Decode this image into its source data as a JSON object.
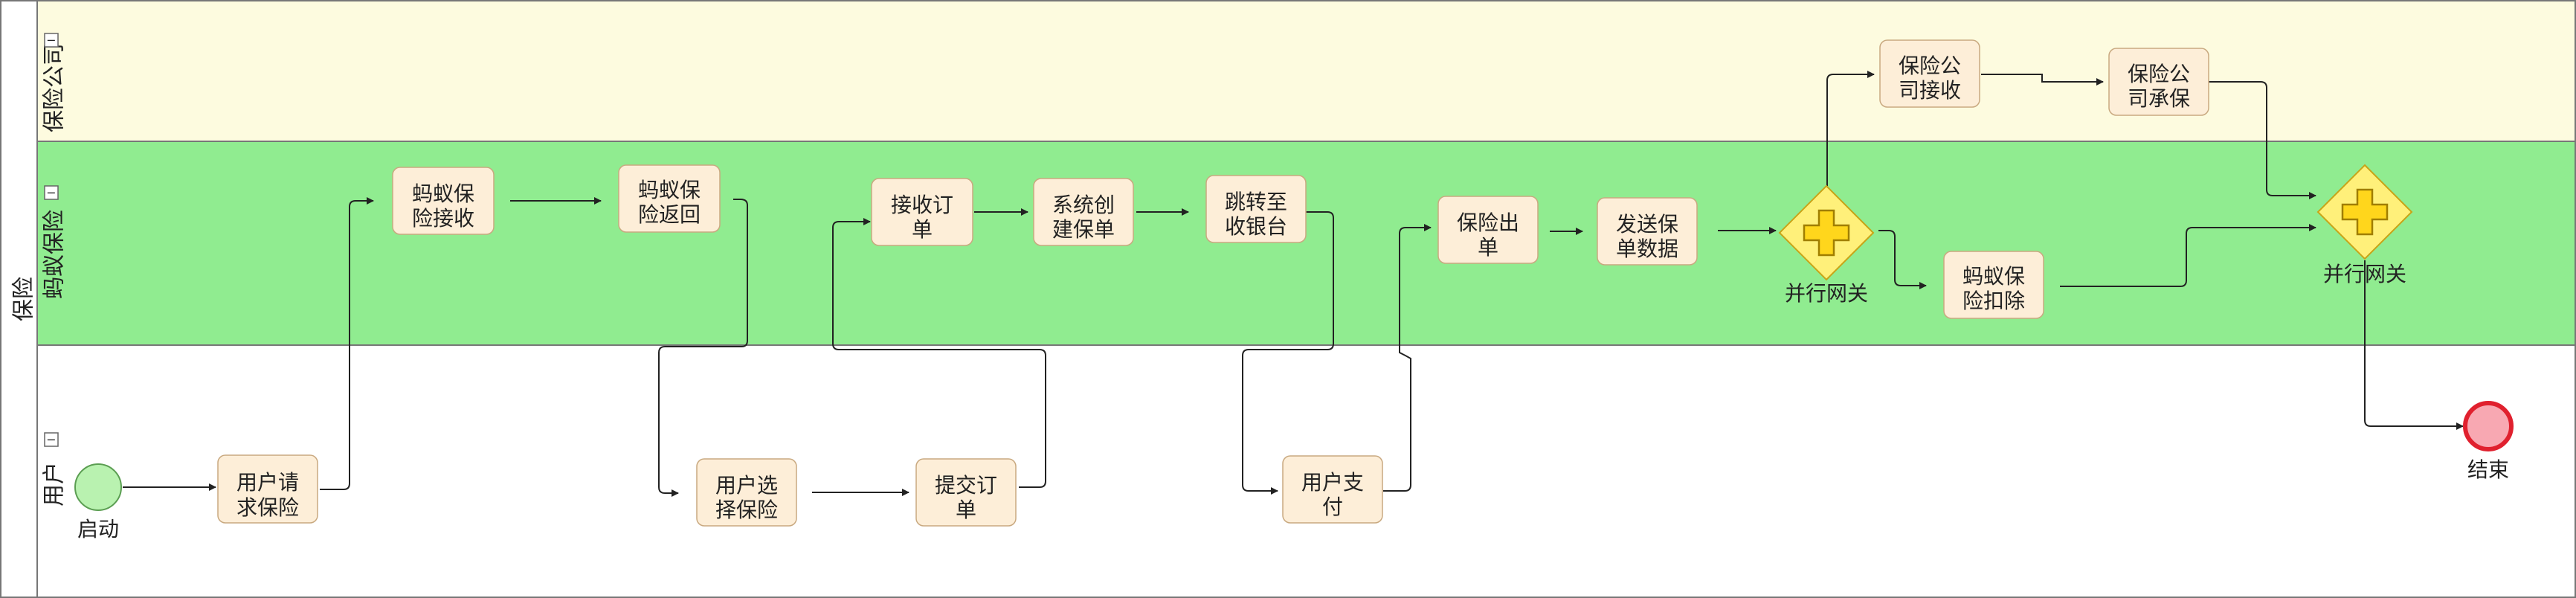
{
  "diagram": {
    "pool": {
      "title": "保险"
    },
    "lanes": [
      {
        "id": "insurer",
        "title": "保险公司",
        "collapse": "−",
        "color": "#fdfbdf"
      },
      {
        "id": "ant",
        "title": "蚂蚁保险",
        "collapse": "−",
        "color": "#90ec90"
      },
      {
        "id": "user",
        "title": "用户",
        "collapse": "−",
        "color": "#ffffff"
      }
    ],
    "colors": {
      "task_fill": "#fdeed8",
      "task_stroke": "#c9a980",
      "start_fill": "#b9f2b0",
      "start_stroke": "#5b9e52",
      "end_fill": "#f8a8b2",
      "end_stroke": "#e0202e",
      "gateway_fill": "#fff07a",
      "gateway_stroke": "#c8a418",
      "gateway_cross": "#ffd61c",
      "gateway_cross_stroke": "#a07e00",
      "lane_border": "#777777",
      "arrow": "#222222"
    },
    "nodes": {
      "start": {
        "label": "启动"
      },
      "end": {
        "label": "结束"
      },
      "task_user_request": {
        "line1": "用户请",
        "line2": "求保险"
      },
      "task_ant_receive": {
        "line1": "蚂蚁保",
        "line2": "险接收"
      },
      "task_ant_return": {
        "line1": "蚂蚁保",
        "line2": "险返回"
      },
      "task_user_select": {
        "line1": "用户选",
        "line2": "择保险"
      },
      "task_submit_order": {
        "line1": "提交订",
        "line2": "单"
      },
      "task_receive_order": {
        "line1": "接收订",
        "line2": "单"
      },
      "task_create_policy": {
        "line1": "系统创",
        "line2": "建保单"
      },
      "task_goto_cashier": {
        "line1": "跳转至",
        "line2": "收银台"
      },
      "task_user_pay": {
        "line1": "用户支",
        "line2": "付"
      },
      "task_issue_policy": {
        "line1": "保险出",
        "line2": "单"
      },
      "task_send_data": {
        "line1": "发送保",
        "line2": "单数据"
      },
      "task_insurer_receive": {
        "line1": "保险公",
        "line2": "司接收"
      },
      "task_insurer_underwrite": {
        "line1": "保险公",
        "line2": "司承保"
      },
      "task_ant_deduct": {
        "line1": "蚂蚁保",
        "line2": "险扣除"
      },
      "gateway_split": {
        "label": "并行网关"
      },
      "gateway_join": {
        "label": "并行网关"
      }
    }
  }
}
